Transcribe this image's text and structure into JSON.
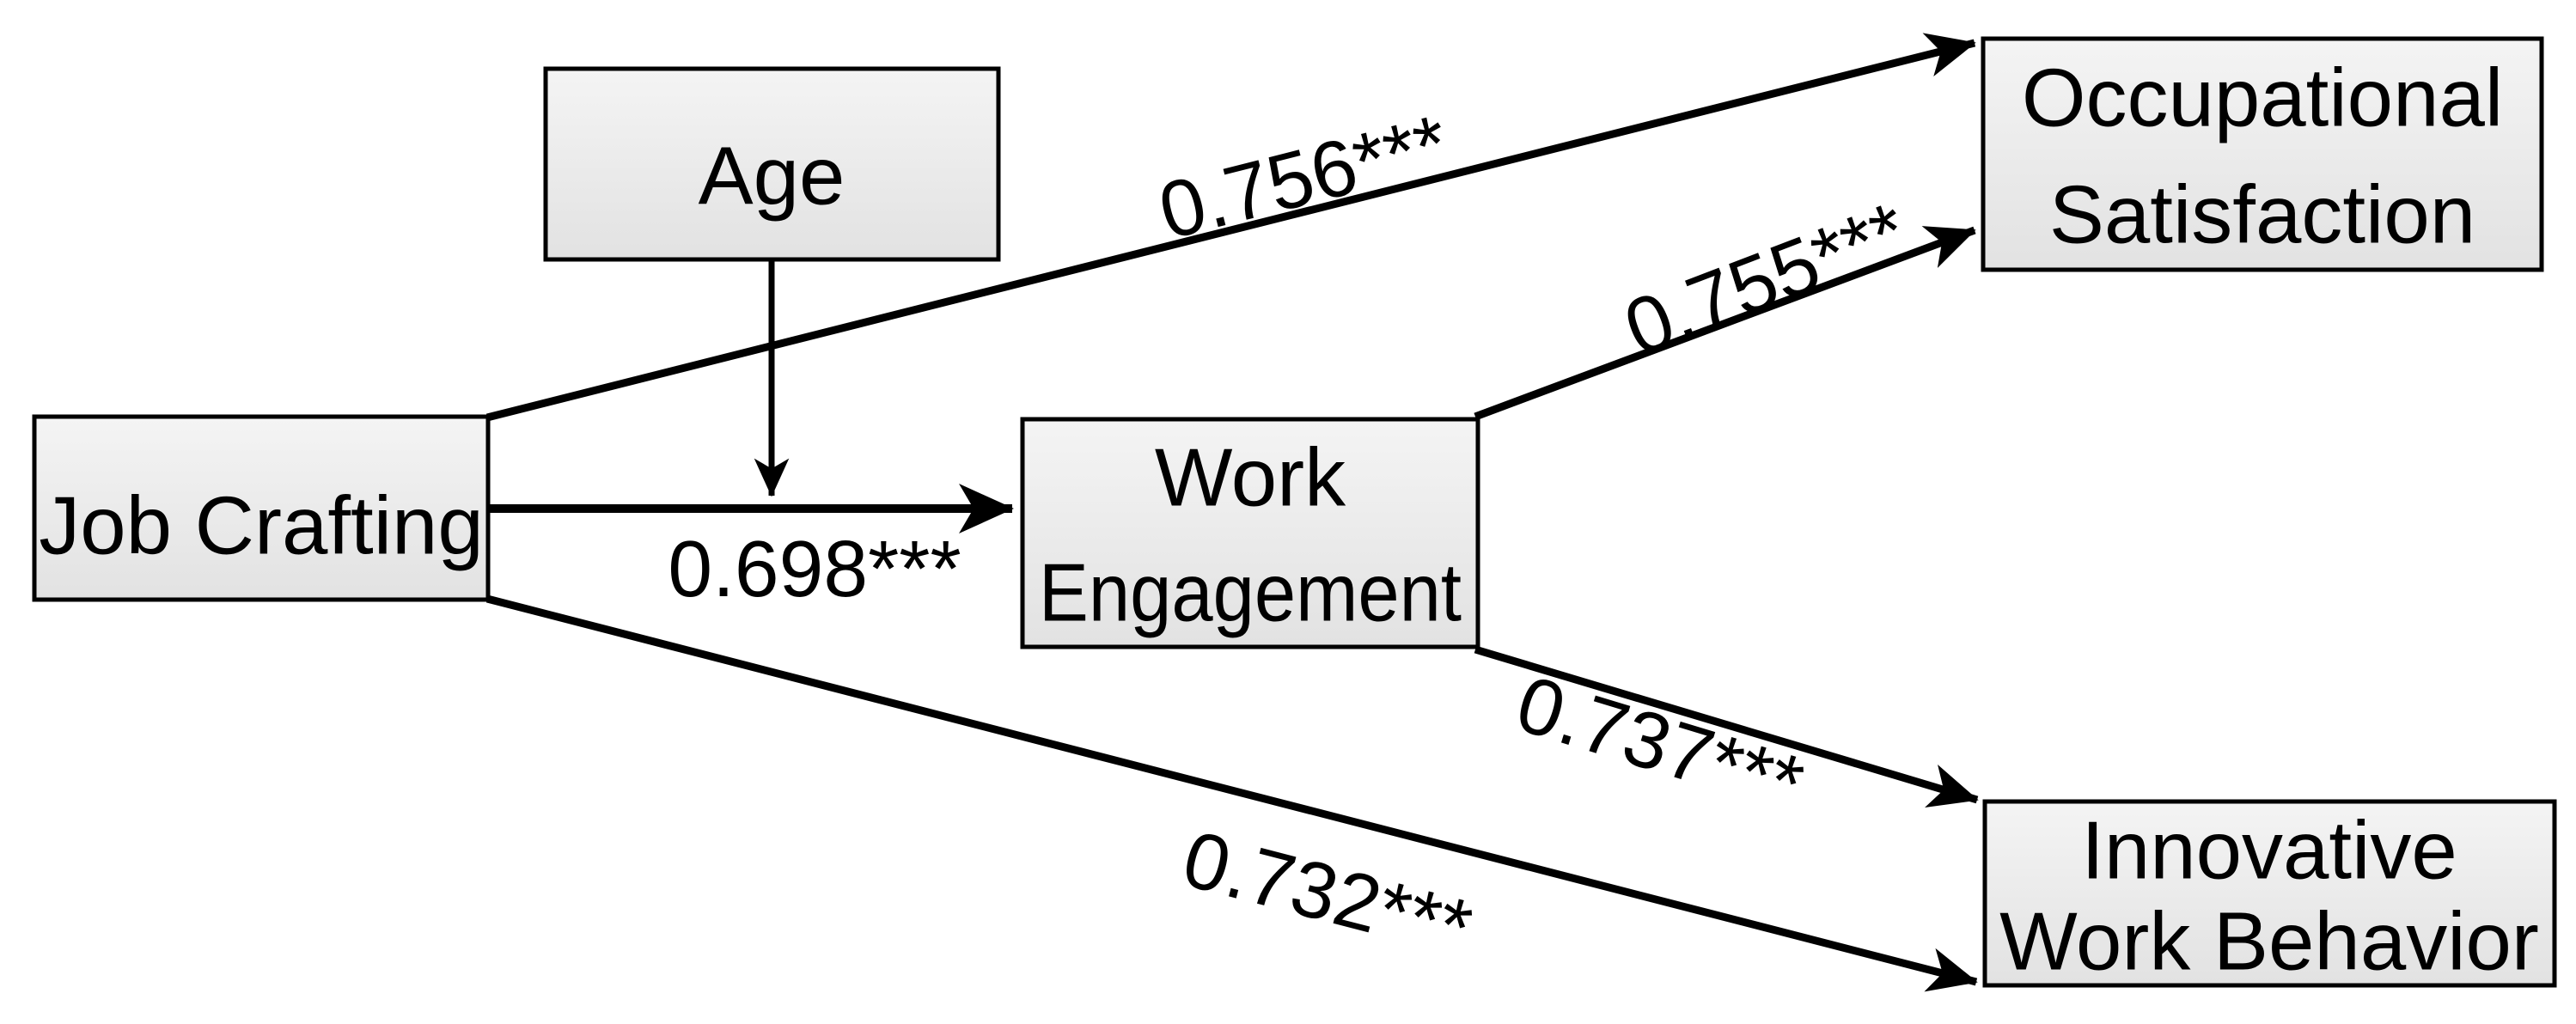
{
  "diagram": {
    "background_color": "#ffffff",
    "box_fill_top": "#f3f3f3",
    "box_fill_bottom": "#e2e2e2",
    "box_border_color": "#000000",
    "arrow_color": "#000000",
    "text_color": "#000000",
    "nodes": {
      "age": {
        "label": "Age"
      },
      "job_crafting": {
        "label": "Job Crafting"
      },
      "work_engagement": {
        "label": "Work Engagement",
        "lines": [
          "Work",
          "Engagement"
        ]
      },
      "occupational_satisfaction": {
        "label": "Occupational Satisfaction",
        "lines": [
          "Occupational",
          "Satisfaction"
        ]
      },
      "innovative_work_behavior": {
        "label": "Innovative Work Behavior",
        "lines": [
          "Innovative",
          "Work Behavior"
        ]
      }
    },
    "edges": [
      {
        "from": "Job Crafting",
        "to": "Occupational Satisfaction",
        "label": "0.756***"
      },
      {
        "from": "Job Crafting",
        "to": "Work Engagement",
        "label": "0.698***"
      },
      {
        "from": "Job Crafting",
        "to": "Innovative Work Behavior",
        "label": "0.732***"
      },
      {
        "from": "Work Engagement",
        "to": "Occupational Satisfaction",
        "label": "0.755***"
      },
      {
        "from": "Work Engagement",
        "to": "Innovative Work Behavior",
        "label": "0.737***"
      },
      {
        "from": "Age",
        "to": "Job Crafting to Work Engagement path",
        "label": ""
      }
    ]
  }
}
